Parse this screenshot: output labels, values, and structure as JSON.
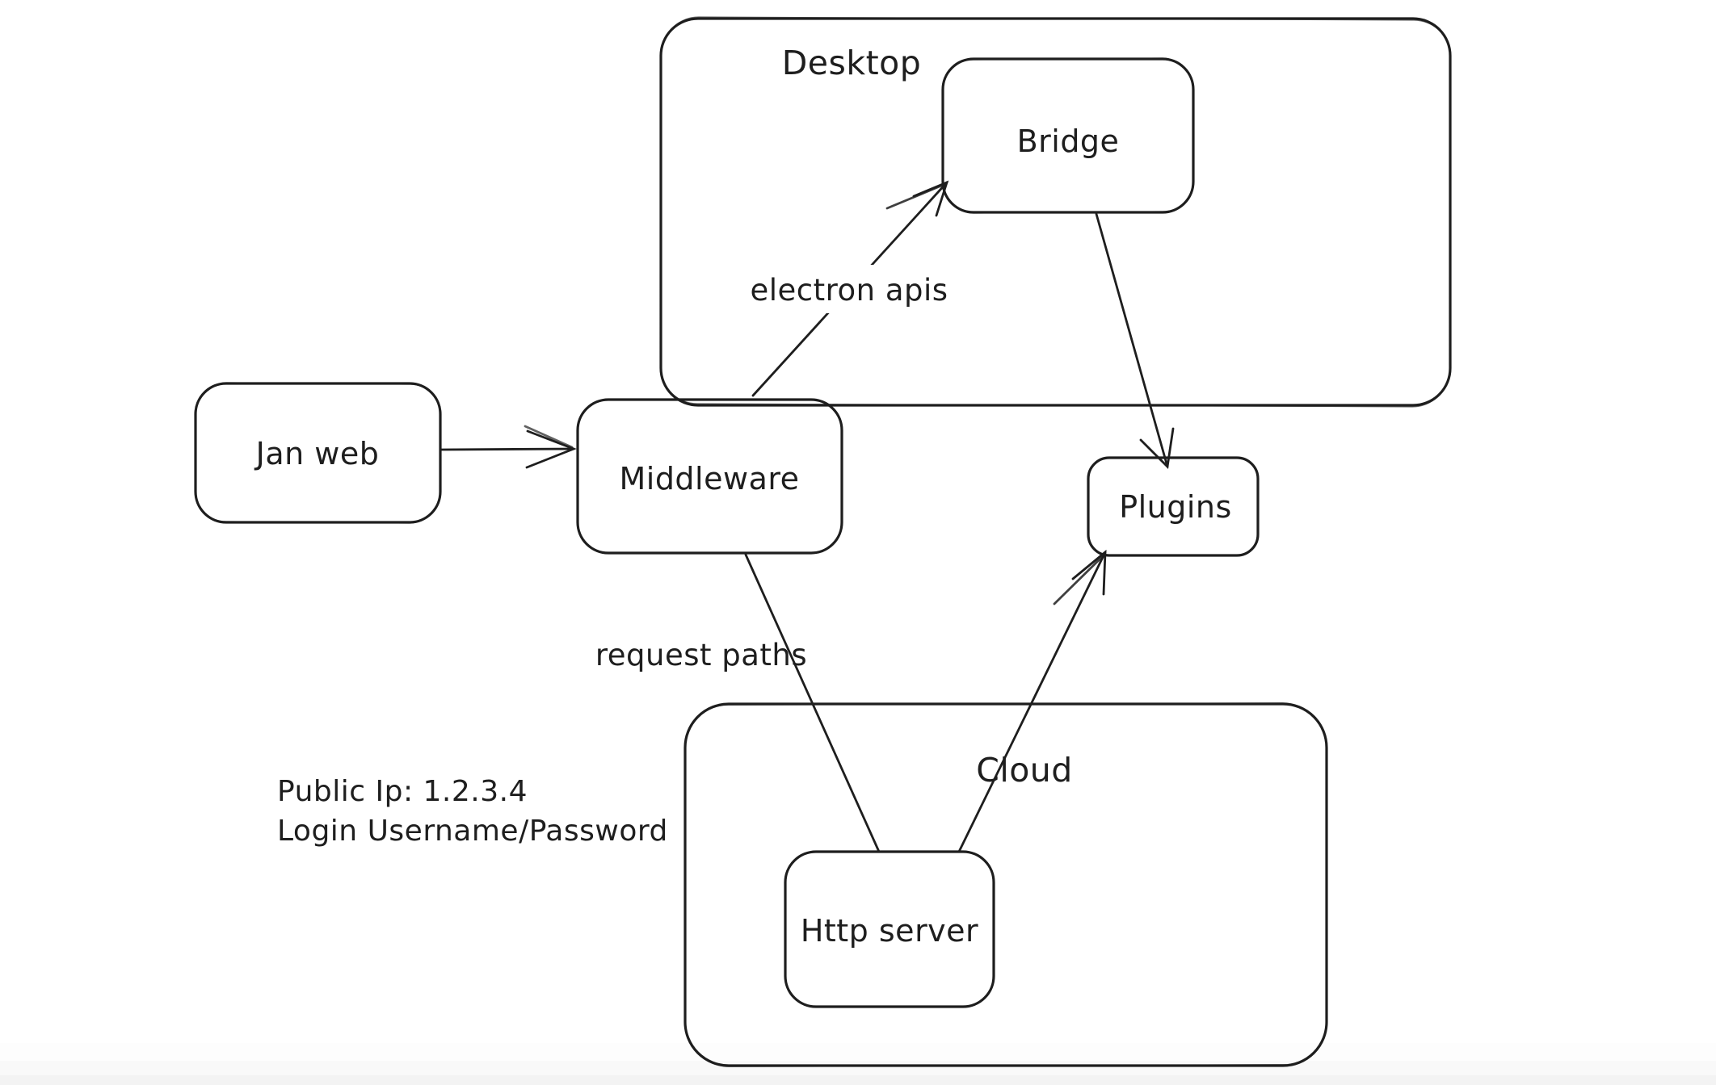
{
  "colors": {
    "stroke": "#1e1e1e",
    "background": "#ffffff",
    "canvas_fade_1": "#fdfdfd",
    "canvas_fade_2": "#f9f9f9",
    "canvas_fade_3": "#f3f3f3"
  },
  "containers": {
    "desktop": {
      "label": "Desktop"
    },
    "cloud": {
      "label": "Cloud"
    }
  },
  "nodes": {
    "jan_web": {
      "label": "Jan web"
    },
    "middleware": {
      "label": "Middleware"
    },
    "bridge": {
      "label": "Bridge"
    },
    "plugins": {
      "label": "Plugins"
    },
    "http_server": {
      "label": "Http server"
    }
  },
  "edge_labels": {
    "electron_apis": {
      "label": "electron apis"
    },
    "request_paths": {
      "label": "request paths"
    }
  },
  "annotations": {
    "public_ip": "Public Ip: 1.2.3.4",
    "login": "Login Username/Password"
  }
}
